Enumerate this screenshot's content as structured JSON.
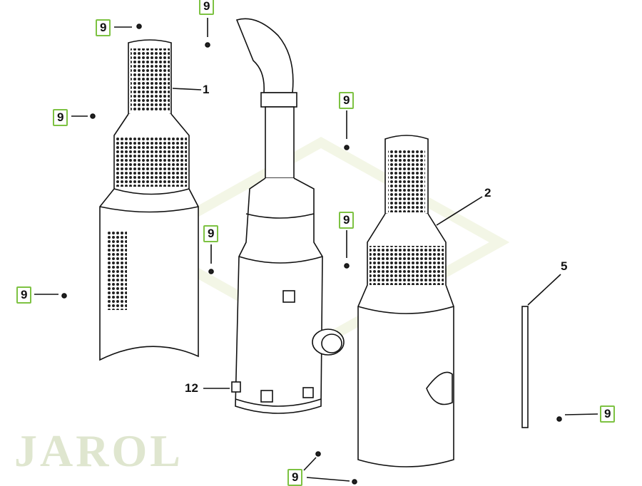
{
  "watermark": "JAROL",
  "callouts": {
    "part1": "1",
    "part2": "2",
    "part5": "5",
    "part12": "12",
    "screw": "9"
  },
  "colors": {
    "label_border": "#7dc242",
    "line": "#111111"
  }
}
